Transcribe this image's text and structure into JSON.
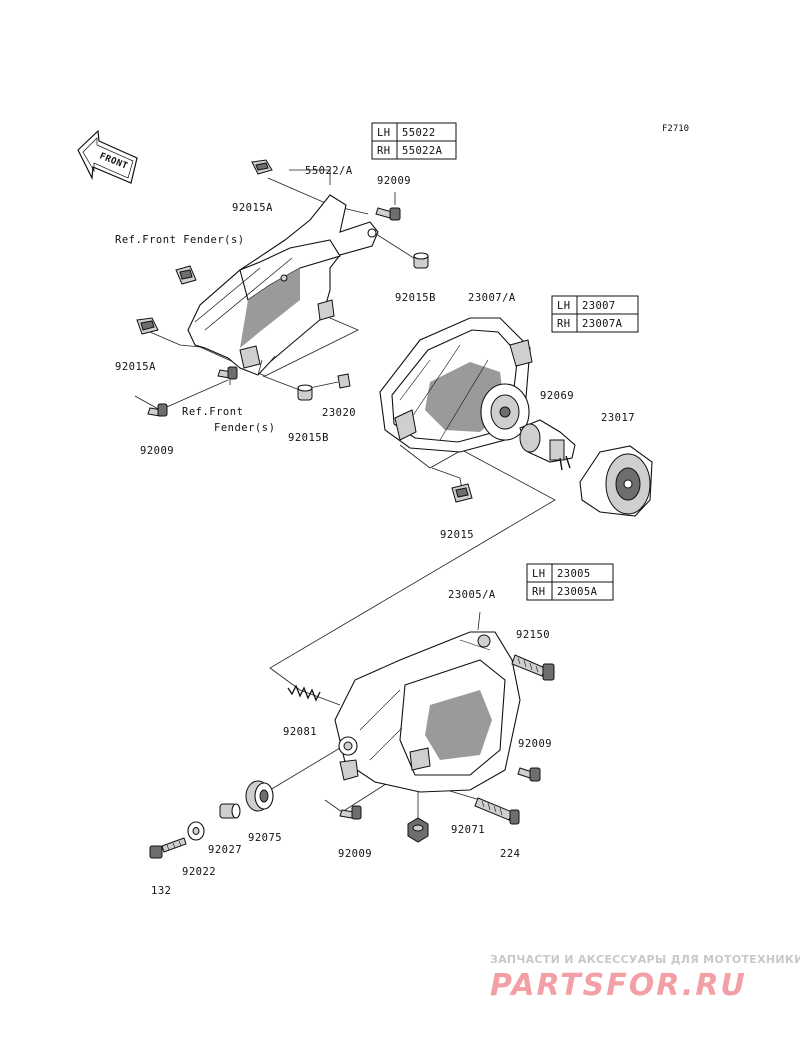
{
  "figure_code": "F2710",
  "front_label": "FRONT",
  "ref_labels": {
    "fender_top": "Ref.Front Fender(s)",
    "fender_mid_1": "Ref.Front",
    "fender_mid_2": "Fender(s)"
  },
  "tables": {
    "cover": {
      "rows": [
        {
          "side": "LH",
          "part": "55022"
        },
        {
          "side": "RH",
          "part": "55022A"
        }
      ]
    },
    "headlamp": {
      "rows": [
        {
          "side": "LH",
          "part": "23007"
        },
        {
          "side": "RH",
          "part": "23007A"
        }
      ]
    },
    "housing": {
      "rows": [
        {
          "side": "LH",
          "part": "23005"
        },
        {
          "side": "RH",
          "part": "23005A"
        }
      ]
    }
  },
  "parts": {
    "p55022A": "55022/A",
    "p92009_a": "92009",
    "p92015A_a": "92015A",
    "p92015B_a": "92015B",
    "p92015A_b": "92015A",
    "p92009_b": "92009",
    "p92015B_b": "92015B",
    "p23020": "23020",
    "p23007A": "23007/A",
    "p92069": "92069",
    "p23017": "23017",
    "p92015": "92015",
    "p23005A": "23005/A",
    "p92150": "92150",
    "p92081": "92081",
    "p92009_c": "92009",
    "p92075": "92075",
    "p92027": "92027",
    "p92022": "92022",
    "p92009_d": "92009",
    "p92071": "92071",
    "p224": "224",
    "p132": "132"
  },
  "watermark": {
    "tagline": "ЗАПЧАСТИ И АКСЕССУАРЫ ДЛЯ МОТОТЕХНИКИ",
    "brand": "PARTSFOR.RU"
  }
}
